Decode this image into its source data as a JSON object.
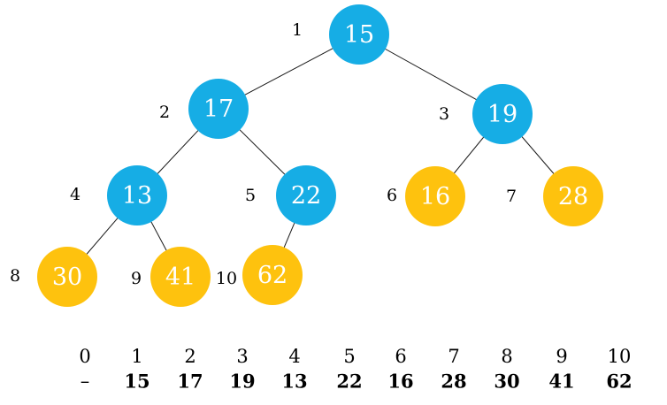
{
  "colors": {
    "node_blue": "#16ADE5",
    "node_orange": "#FEC20E",
    "node_text": "#FFFFFF",
    "label_text": "#000000",
    "edge": "#1A1A1A",
    "background": "#FFFFFF"
  },
  "tree": {
    "nodes": [
      {
        "label": "1",
        "value": "15",
        "color": "blue"
      },
      {
        "label": "2",
        "value": "17",
        "color": "blue"
      },
      {
        "label": "3",
        "value": "19",
        "color": "blue"
      },
      {
        "label": "4",
        "value": "13",
        "color": "blue"
      },
      {
        "label": "5",
        "value": "22",
        "color": "blue"
      },
      {
        "label": "6",
        "value": "16",
        "color": "orange"
      },
      {
        "label": "7",
        "value": "28",
        "color": "orange"
      },
      {
        "label": "8",
        "value": "30",
        "color": "orange"
      },
      {
        "label": "9",
        "value": "41",
        "color": "orange"
      },
      {
        "label": "10",
        "value": "62",
        "color": "orange"
      }
    ],
    "edges": [
      [
        "1",
        "2"
      ],
      [
        "1",
        "3"
      ],
      [
        "2",
        "4"
      ],
      [
        "2",
        "5"
      ],
      [
        "3",
        "6"
      ],
      [
        "3",
        "7"
      ],
      [
        "4",
        "8"
      ],
      [
        "4",
        "9"
      ],
      [
        "5",
        "10"
      ]
    ]
  },
  "array": {
    "indices": [
      "0",
      "1",
      "2",
      "3",
      "4",
      "5",
      "6",
      "7",
      "8",
      "9",
      "10"
    ],
    "values": [
      "–",
      "15",
      "17",
      "19",
      "13",
      "22",
      "16",
      "28",
      "30",
      "41",
      "62"
    ]
  }
}
